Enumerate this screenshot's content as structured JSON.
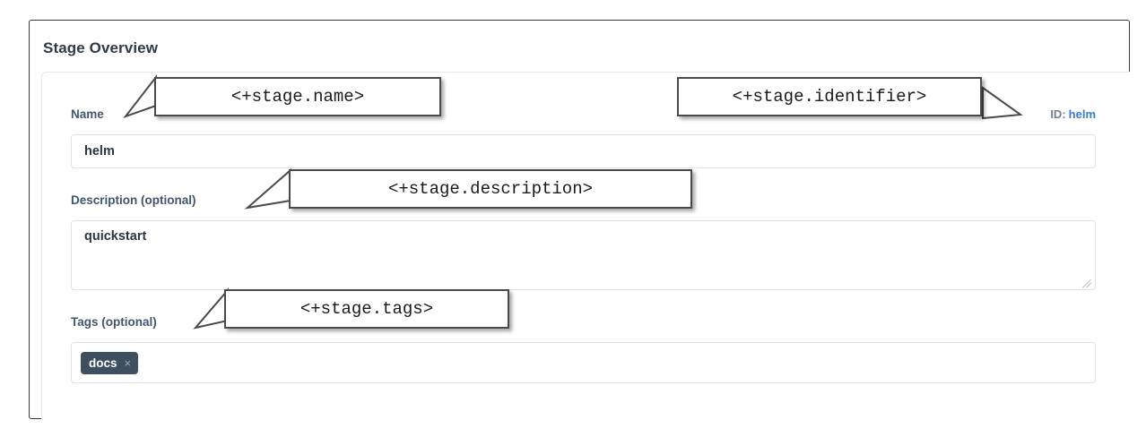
{
  "panel": {
    "title": "Stage Overview"
  },
  "form": {
    "name": {
      "label": "Name",
      "value": "helm"
    },
    "identifier": {
      "key": "ID:",
      "value": "helm"
    },
    "description": {
      "label": "Description (optional)",
      "value": "quickstart"
    },
    "tags": {
      "label": "Tags (optional)",
      "chips": [
        {
          "text": "docs",
          "remove_glyph": "×"
        }
      ]
    }
  },
  "callouts": [
    {
      "id": "name",
      "text": "<+stage.name>"
    },
    {
      "id": "identifier",
      "text": "<+stage.identifier>"
    },
    {
      "id": "description",
      "text": "<+stage.description>"
    },
    {
      "id": "tags",
      "text": "<+stage.tags>"
    }
  ],
  "colors": {
    "frame_border": "#3a3a3a",
    "title_text": "#2f3a46",
    "field_label": "#41566e",
    "id_key": "#6f8095",
    "id_value_link": "#3a7bd5",
    "input_border": "#dfe3e7",
    "input_text": "#2b3440",
    "tag_chip_bg": "#3e4f60",
    "tag_chip_text": "#ffffff",
    "tag_chip_x": "#9aa6b2",
    "callout_border": "#4a4a4a",
    "callout_bg": "#ffffff",
    "callout_text": "#1a1a1a"
  }
}
